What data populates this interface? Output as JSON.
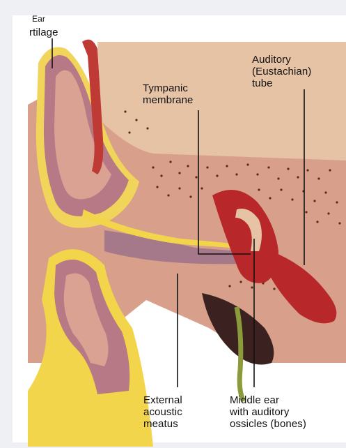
{
  "diagram": {
    "labels": {
      "cartilage_top": "Ear",
      "cartilage": "rtilage",
      "tympanic": "Tympanic\nmembrane",
      "auditory": "Auditory\n(Eustachian)\ntube",
      "external": "External\nacoustic\nmeatus",
      "middle": "Middle ear\nwith auditory\nossicles (bones)"
    },
    "colors": {
      "skin": "#d9a48f",
      "bone": "#e8c7a8",
      "cartilage": "#b77a86",
      "fat": "#f0d64a",
      "blood": "#b8282a",
      "dark": "#3b2220",
      "nerve": "#8b9a3a"
    }
  }
}
